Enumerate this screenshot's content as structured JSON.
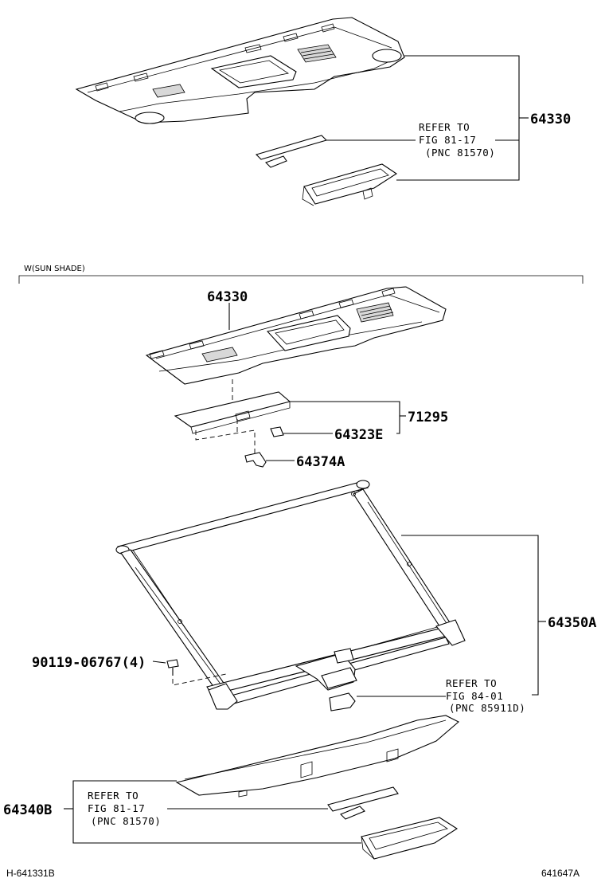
{
  "parts": {
    "top_assembly": "64330",
    "sunshade_assembly": "64330",
    "cover": "71295",
    "clip_e": "64323E",
    "clip_a": "64374A",
    "roller_assy": "64350A",
    "screw": "90119-06767(4)",
    "lower_trim": "64340B"
  },
  "refs": {
    "top": {
      "line1": "REFER TO",
      "line2": "FIG 81-17",
      "line3": "(PNC 81570)"
    },
    "middle": {
      "line1": "REFER TO",
      "line2": "FIG 84-01",
      "line3": "(PNC 85911D)"
    },
    "bottom": {
      "line1": "REFER TO",
      "line2": "FIG 81-17",
      "line3": "(PNC 81570)"
    }
  },
  "section_label": "W(SUN SHADE)",
  "footer": {
    "left": "H-641331B",
    "right": "641647A"
  }
}
